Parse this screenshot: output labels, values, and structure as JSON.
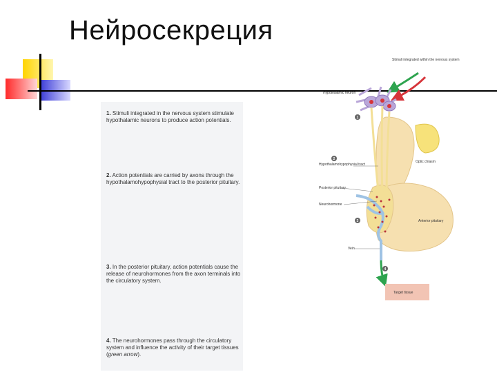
{
  "title": "Нейросекреция",
  "steps": [
    {
      "num": "1.",
      "text": "Stimuli integrated in the nervous system stimulate hypothalamic neurons to produce action potentials."
    },
    {
      "num": "2.",
      "text": "Action potentials are carried by axons through the hypothalamohypophysial tract to the posterior pituitary."
    },
    {
      "num": "3.",
      "text": "In the posterior pituitary, action potentials cause the release of neurohormones from the axon terminals into the circulatory system."
    },
    {
      "num": "4.",
      "text_before": "The neurohormones pass through the circulatory system and influence the activity of their target tissues (",
      "text_italic": "green arrow",
      "text_after": ")."
    }
  ],
  "diagram": {
    "labels": {
      "stimuli": "Stimuli integrated within the nervous system",
      "hypothalamic": "Hypothalamic neuron",
      "tract": "Hypothalamohypophysial tract",
      "optic": "Optic chiasm",
      "posterior": "Posterior pituitary",
      "neurohormone": "Neurohormone",
      "anterior": "Anterior pituitary",
      "vein": "Vein",
      "target": "Target tissue"
    },
    "markers": [
      "1",
      "2",
      "3",
      "4"
    ],
    "colors": {
      "neuron": "#b9a6d8",
      "axon": "#f3df96",
      "gland": "#f6e0b0",
      "vessel": "#9fc3e4",
      "arrow_green": "#2ea44f",
      "arrow_red": "#d6343a",
      "target_box": "#f2c4b4"
    }
  }
}
